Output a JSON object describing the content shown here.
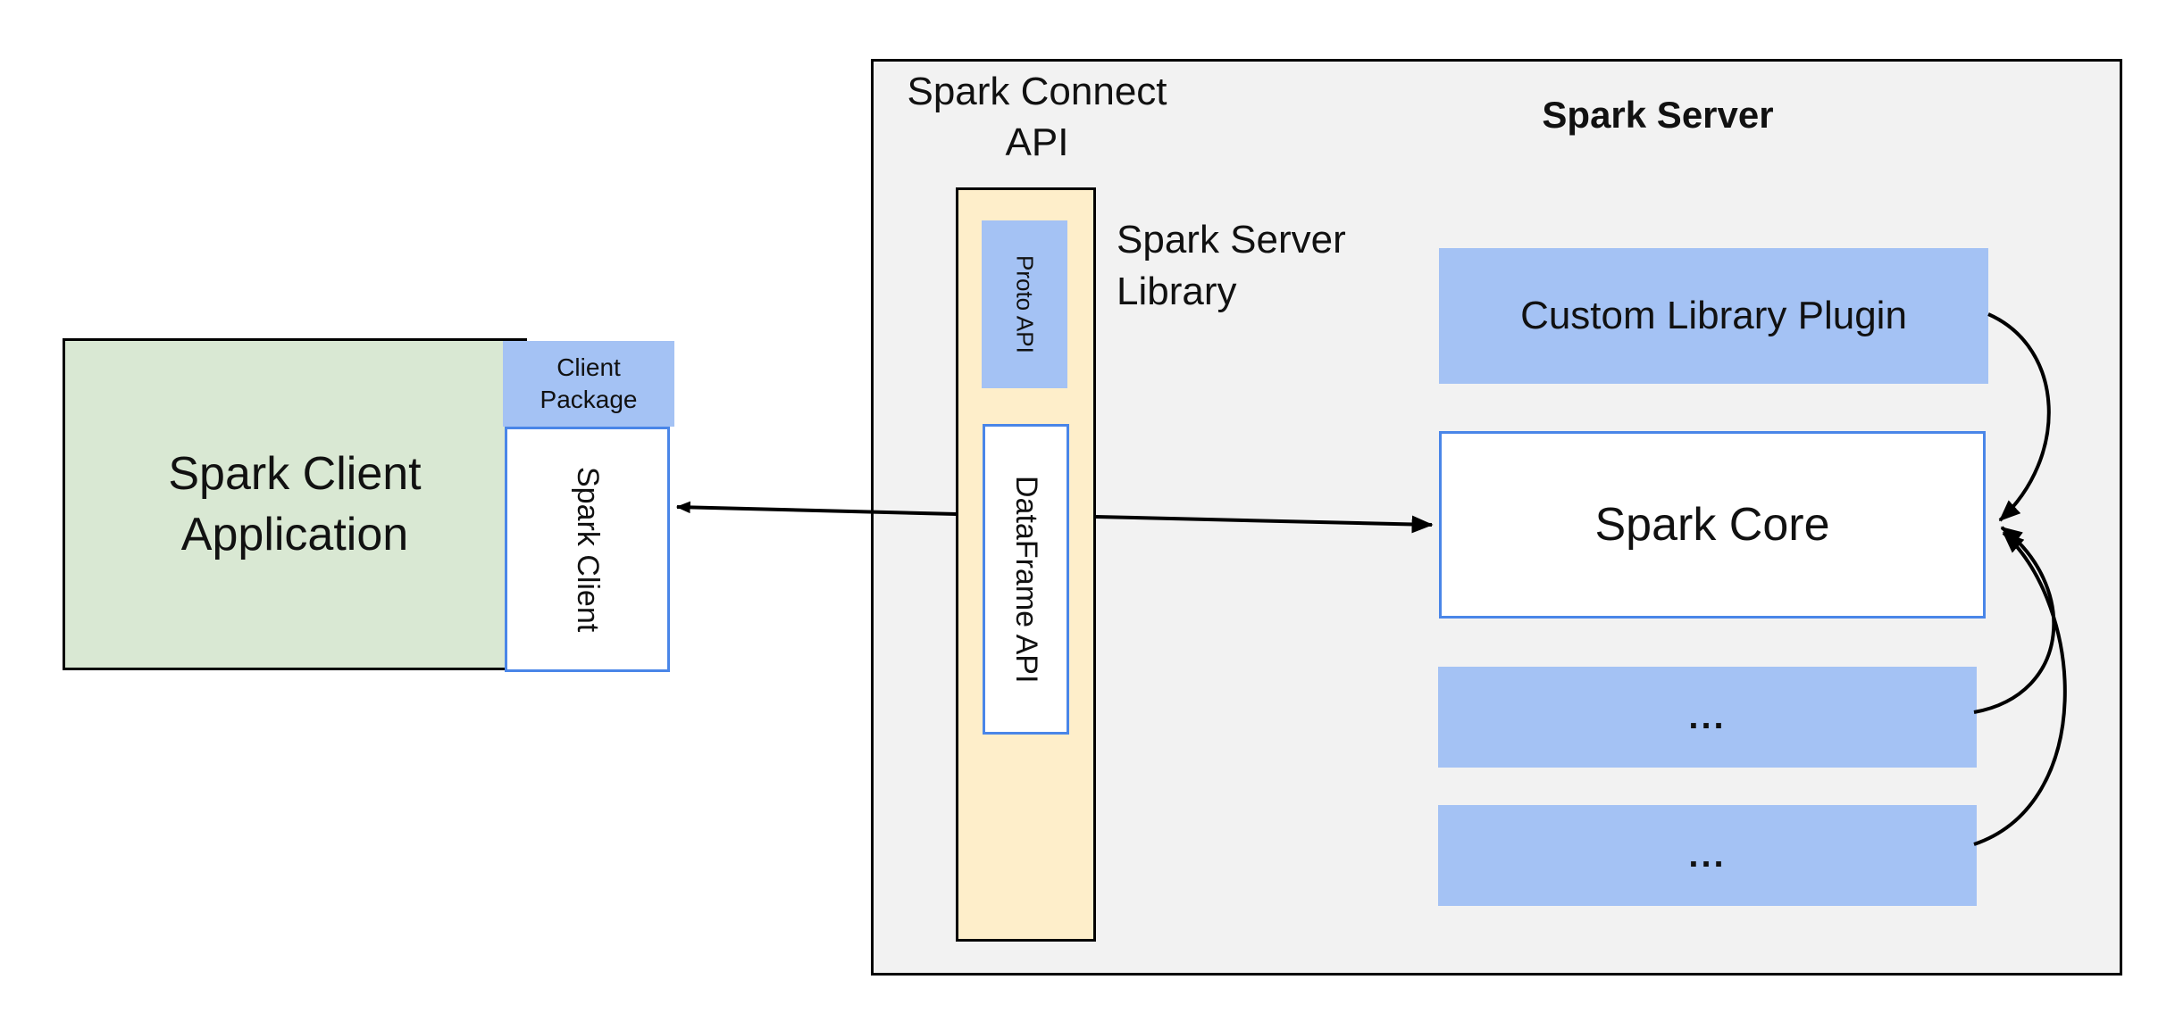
{
  "colors": {
    "canvas_bg": "#ffffff",
    "container_fill": "#f2f2f2",
    "container_border": "#000000",
    "green_fill": "#d9e8d3",
    "blue_fill": "#a4c2f4",
    "blue_border": "#4a86e8",
    "yellow_fill": "#feeeca",
    "text": "#111111",
    "connector": "#000000"
  },
  "client": {
    "app_label": "Spark Client\nApplication",
    "package_label": "Client\nPackage",
    "client_label": "Spark Client"
  },
  "connect_api": {
    "title": "Spark Connect\nAPI",
    "library_label": "Spark Server\nLibrary",
    "proto_label": "Proto API",
    "dataframe_label": "DataFrame API"
  },
  "server": {
    "title": "Spark Server",
    "plugin_label": "Custom Library Plugin",
    "core_label": "Spark Core",
    "module1_label": "...",
    "module2_label": "..."
  }
}
